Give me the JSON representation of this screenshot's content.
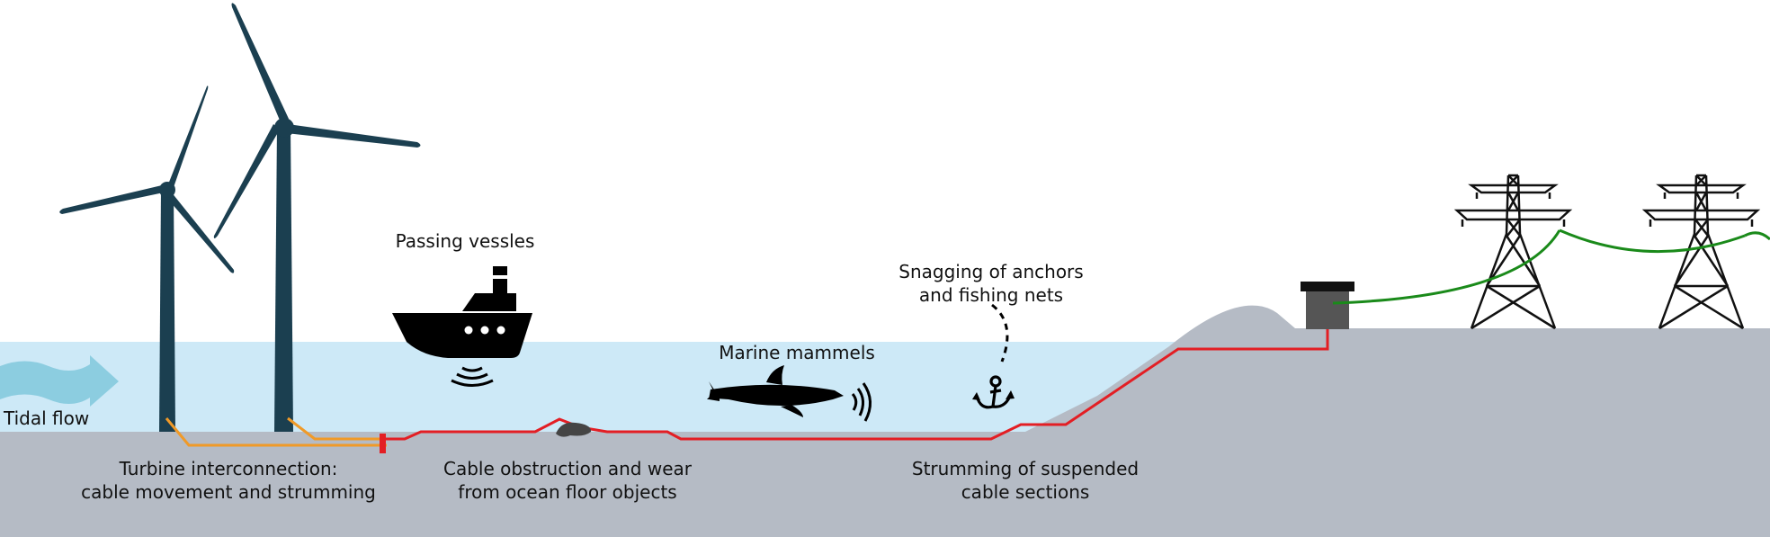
{
  "labels": {
    "tidal_flow": "Tidal flow",
    "passing_vessels": "Passing vessles",
    "snagging_line1": "Snagging of anchors",
    "snagging_line2": "and fishing nets",
    "marine_mammels": "Marine mammels",
    "turbine_line1": "Turbine interconnection:",
    "turbine_line2": "cable movement and strumming",
    "obstruction_line1": "Cable obstruction and wear",
    "obstruction_line2": "from ocean floor objects",
    "strumming_line1": "Strumming of suspended",
    "strumming_line2": "cable sections"
  },
  "icons": {
    "turbine": "wind-turbine-icon",
    "vessel": "ship-icon",
    "mammal": "dolphin-icon",
    "anchor": "anchor-icon",
    "rock": "rock-icon",
    "tower": "transmission-tower-icon",
    "substation": "substation-icon",
    "tide": "tidal-arrow-icon"
  },
  "colors": {
    "sea": "#cde9f7",
    "seabed": "#b5bbc5",
    "turbine": "#1b3f50",
    "tide_arrow": "#8ccde0",
    "inter_cable": "#f09a28",
    "export_cable": "#e31e24",
    "grid_line": "#1a8a1a",
    "black": "#000000"
  }
}
